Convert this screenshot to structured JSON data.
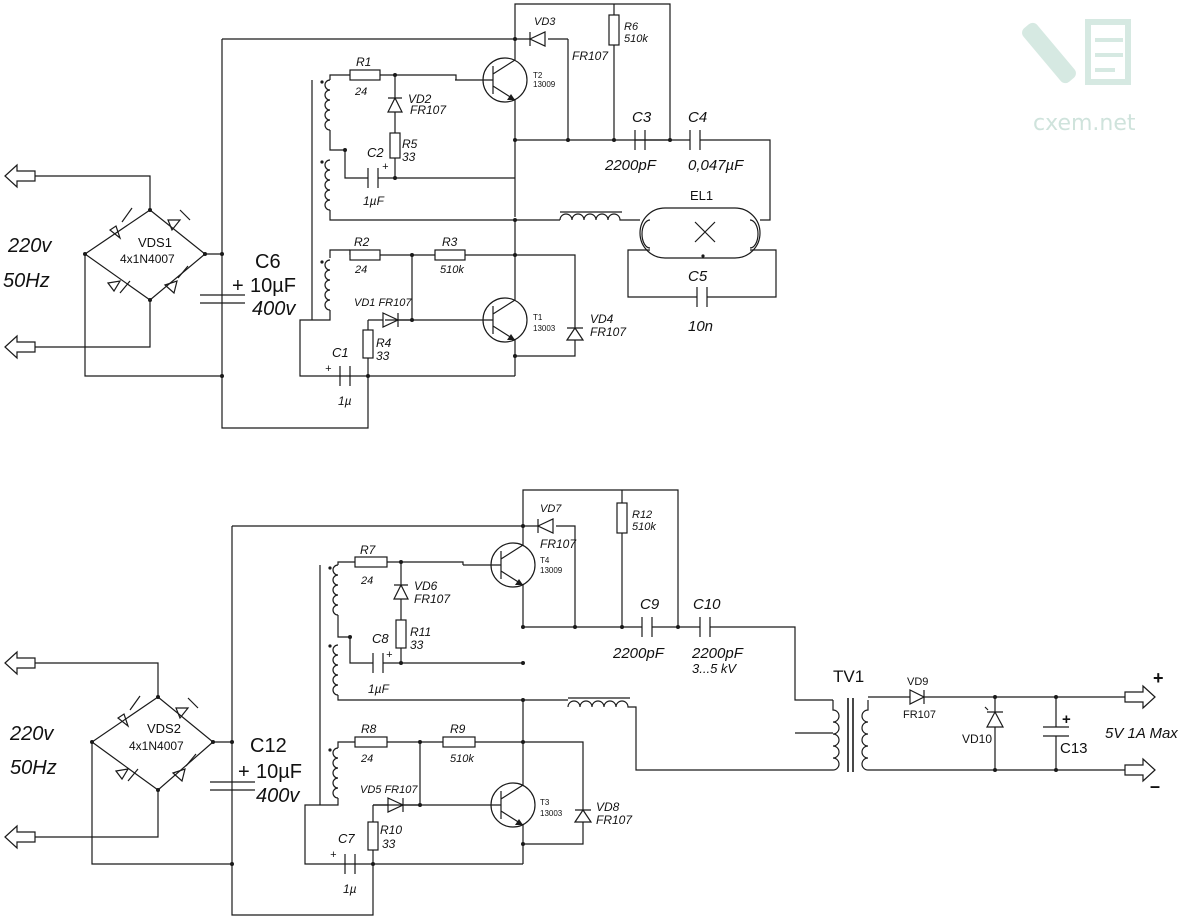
{
  "logo": {
    "text": "cxem.net",
    "color": "#cfe3dc"
  },
  "top": {
    "input_voltage": "220v",
    "input_freq": "50Hz",
    "bridge": {
      "name": "VDS1",
      "part": "4x1N4007"
    },
    "c6": {
      "name": "C6",
      "value": "10µF",
      "voltage": "400v",
      "plus": "+"
    },
    "r1": {
      "name": "R1",
      "value": "24"
    },
    "r2": {
      "name": "R2",
      "value": "24"
    },
    "r3": {
      "name": "R3",
      "value": "510k"
    },
    "r4": {
      "name": "R4",
      "value": "33"
    },
    "r5": {
      "name": "R5",
      "value": "33"
    },
    "r6": {
      "name": "R6",
      "value": "510k"
    },
    "vd1": {
      "name": "VD1 FR107"
    },
    "vd2": {
      "name": "VD2",
      "part": "FR107"
    },
    "vd3": {
      "name": "VD3",
      "part": "FR107"
    },
    "vd4": {
      "name": "VD4",
      "part": "FR107"
    },
    "c1": {
      "name": "C1",
      "value": "1µ",
      "plus": "+"
    },
    "c2": {
      "name": "C2",
      "value": "1µF",
      "plus": "+"
    },
    "c3": {
      "name": "C3",
      "value": "2200pF"
    },
    "c4": {
      "name": "C4",
      "value": "0,047µF"
    },
    "c5": {
      "name": "C5",
      "value": "10n"
    },
    "t1": {
      "name": "T1",
      "part": "13003"
    },
    "t2": {
      "name": "T2",
      "part": "13009"
    },
    "lamp": {
      "name": "EL1"
    }
  },
  "bottom": {
    "input_voltage": "220v",
    "input_freq": "50Hz",
    "bridge": {
      "name": "VDS2",
      "part": "4x1N4007"
    },
    "c12": {
      "name": "C12",
      "value": "10µF",
      "voltage": "400v",
      "plus": "+"
    },
    "r7": {
      "name": "R7",
      "value": "24"
    },
    "r8": {
      "name": "R8",
      "value": "24"
    },
    "r9": {
      "name": "R9",
      "value": "510k"
    },
    "r10": {
      "name": "R10",
      "value": "33"
    },
    "r11": {
      "name": "R11",
      "value": "33"
    },
    "r12": {
      "name": "R12",
      "value": "510k"
    },
    "vd5": {
      "name": "VD5 FR107"
    },
    "vd6": {
      "name": "VD6",
      "part": "FR107"
    },
    "vd7": {
      "name": "VD7",
      "part": "FR107"
    },
    "vd8": {
      "name": "VD8",
      "part": "FR107"
    },
    "vd9": {
      "name": "VD9",
      "part": "FR107"
    },
    "vd10": {
      "name": "VD10"
    },
    "c7": {
      "name": "C7",
      "value": "1µ",
      "plus": "+"
    },
    "c8": {
      "name": "C8",
      "value": "1µF",
      "plus": "+"
    },
    "c9": {
      "name": "C9",
      "value": "2200pF"
    },
    "c10": {
      "name": "C10",
      "value": "2200pF",
      "voltage": "3...5 kV"
    },
    "c13": {
      "name": "C13",
      "plus": "+"
    },
    "t3": {
      "name": "T3",
      "part": "13003"
    },
    "t4": {
      "name": "T4",
      "part": "13009"
    },
    "tv1": {
      "name": "TV1"
    },
    "output": {
      "label": "5V 1A Max",
      "plus": "+",
      "minus": "–"
    }
  }
}
